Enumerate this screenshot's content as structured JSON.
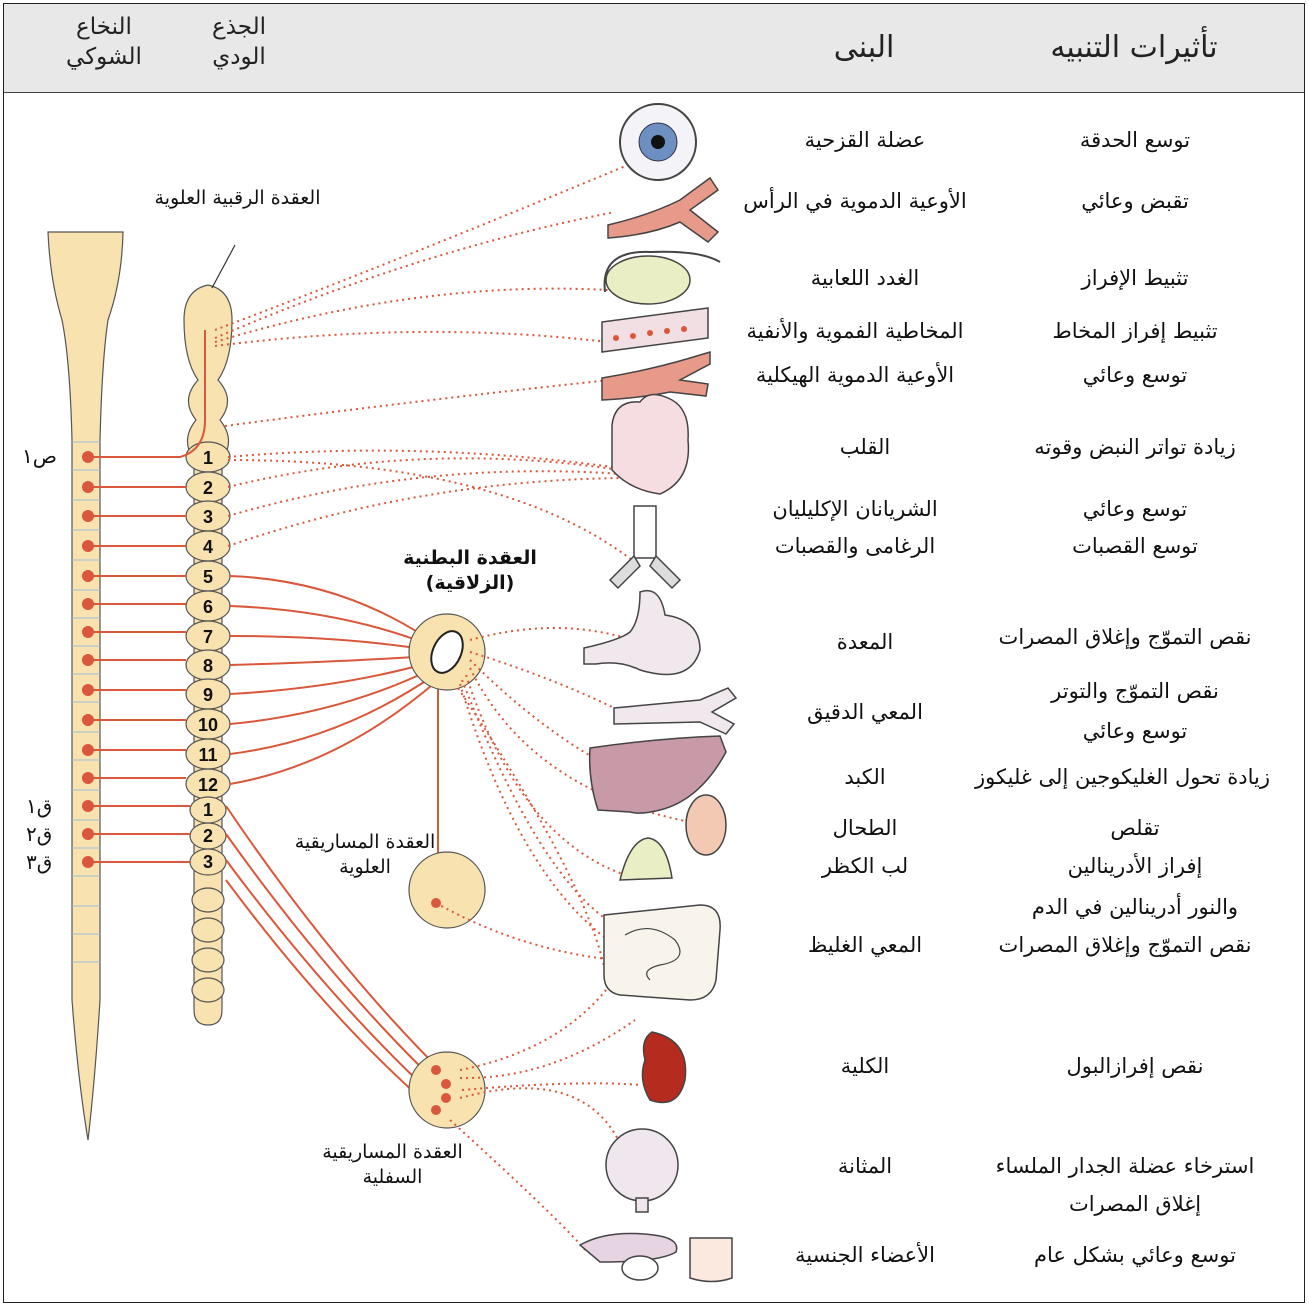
{
  "header": {
    "spinal_cord": "النخاع الشوكي",
    "sympathetic_trunk": "الجذع الودي",
    "structures": "البنى",
    "effects": "تأثيرات التنبيه"
  },
  "ganglia": {
    "superior_cervical": "العقدة الرقبية العلوية",
    "celiac": "العقدة البطنية (الزلاقية)",
    "superior_mesenteric": "العقدة المساريقية العلوية",
    "inferior_mesenteric": "العقدة المساريقية السفلية"
  },
  "segment_labels": {
    "c1": "ص١",
    "l1": "ق١",
    "l2": "ق٢",
    "l3": "ق٣"
  },
  "trunk_numbers": [
    "1",
    "2",
    "3",
    "4",
    "5",
    "6",
    "7",
    "8",
    "9",
    "10",
    "11",
    "12",
    "1",
    "2",
    "3"
  ],
  "rows": [
    {
      "structure": "عضلة القزحية",
      "effect": "توسع الحدقة"
    },
    {
      "structure": "الأوعية الدموية في الرأس",
      "effect": "تقبض وعائي"
    },
    {
      "structure": "الغدد اللعابية",
      "effect": "تثبيط الإفراز"
    },
    {
      "structure": "المخاطية الفموية والأنفية",
      "effect": "تثبيط إفراز المخاط"
    },
    {
      "structure": "الأوعية الدموية الهيكلية",
      "effect": "توسع وعائي"
    },
    {
      "structure": "القلب",
      "effect": "زيادة تواتر النبض وقوته"
    },
    {
      "structure": "الشريانان الإكليليان",
      "effect": "توسع وعائي"
    },
    {
      "structure": "الرغامى والقصبات",
      "effect": "توسع القصبات"
    },
    {
      "structure": "المعدة",
      "effect": "نقص التموّج وإغلاق المصرات"
    },
    {
      "structure": "المعي الدقيق",
      "effect": "نقص التموّج والتوتر"
    },
    {
      "structure": "",
      "effect": "توسع وعائي"
    },
    {
      "structure": "الكبد",
      "effect": "زيادة تحول الغليكوجين إلى غليكوز"
    },
    {
      "structure": "الطحال",
      "effect": "تقلص"
    },
    {
      "structure": "لب الكظر",
      "effect": "إفراز الأدرينالين"
    },
    {
      "structure": "",
      "effect": "والنور أدرينالين في الدم"
    },
    {
      "structure": "المعي الغليظ",
      "effect": "نقص التموّج وإغلاق المصرات"
    },
    {
      "structure": "الكلية",
      "effect": "نقص إفرازالبول"
    },
    {
      "structure": "المثانة",
      "effect": "استرخاء عضلة الجدار الملساء"
    },
    {
      "structure": "",
      "effect": "إغلاق المصرات"
    },
    {
      "structure": "الأعضاء الجنسية",
      "effect": "توسع وعائي بشكل عام"
    }
  ],
  "colors": {
    "nerve": "#d9573a",
    "spinal_fill": "#f7e2b0",
    "header_bg": "#e8e8e8"
  }
}
